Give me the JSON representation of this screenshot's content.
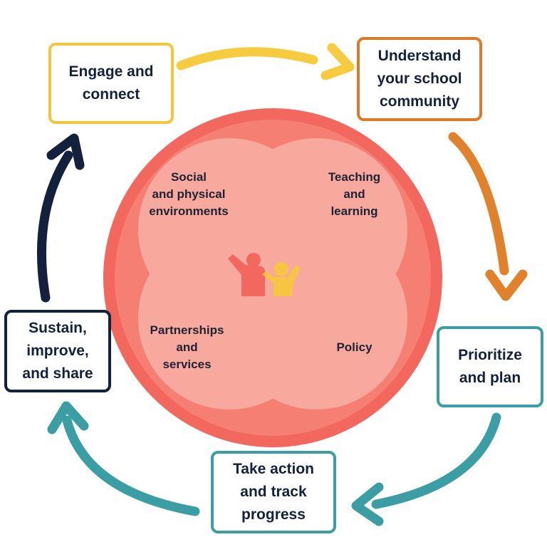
{
  "steps": {
    "engage": {
      "label": "Engage and\nconnect",
      "color": "#f2c53a"
    },
    "understand": {
      "label": "Understand\nyour school\ncommunity",
      "color": "#dd7a27"
    },
    "prioritize": {
      "label": "Prioritize\nand plan",
      "color": "#3a9ea4"
    },
    "take_action": {
      "label": "Take action\nand track\nprogress",
      "color": "#3a9ea4"
    },
    "sustain": {
      "label": "Sustain,\nimprove,\nand share",
      "color": "#14213d"
    }
  },
  "domains": {
    "social": "Social\nand physical\nenvironments",
    "teaching": "Teaching\nand\nlearning",
    "partnerships": "Partnerships\nand\nservices",
    "policy": "Policy"
  },
  "colors": {
    "outer_ring": "#f2675e",
    "inner_circle": "#f57f72",
    "petal": "#fde3dc",
    "figure_adult": "#f2675e",
    "figure_child": "#f7c542",
    "arrow_yellow": "#f7cb3f",
    "arrow_orange": "#e0812c",
    "arrow_teal": "#3a9ea4",
    "arrow_navy": "#14213d"
  },
  "icons": [
    "people-icon",
    "cycle-arrow-icon"
  ]
}
